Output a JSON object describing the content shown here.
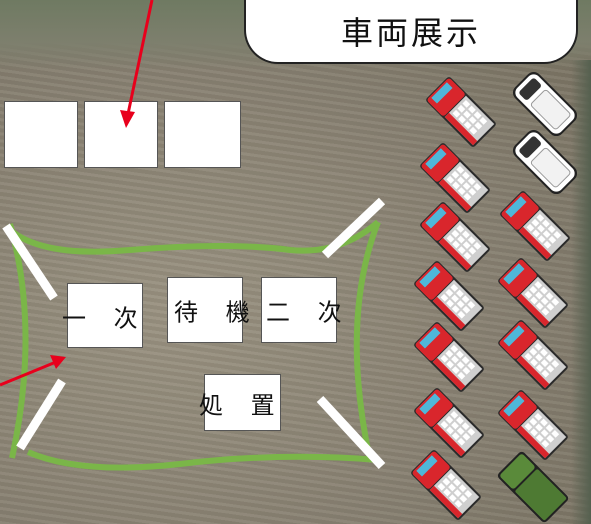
{
  "title": "車両展示",
  "areas": {
    "primary": "一 次",
    "standby": "待 機",
    "secondary": "二 次",
    "treatment": "処 置"
  },
  "colors": {
    "green_line": "#7ab648",
    "arrow": "#e8001c",
    "fire_truck": "#d9262c",
    "ambulance": "#ffffff",
    "army_truck": "#5a8a3a"
  }
}
